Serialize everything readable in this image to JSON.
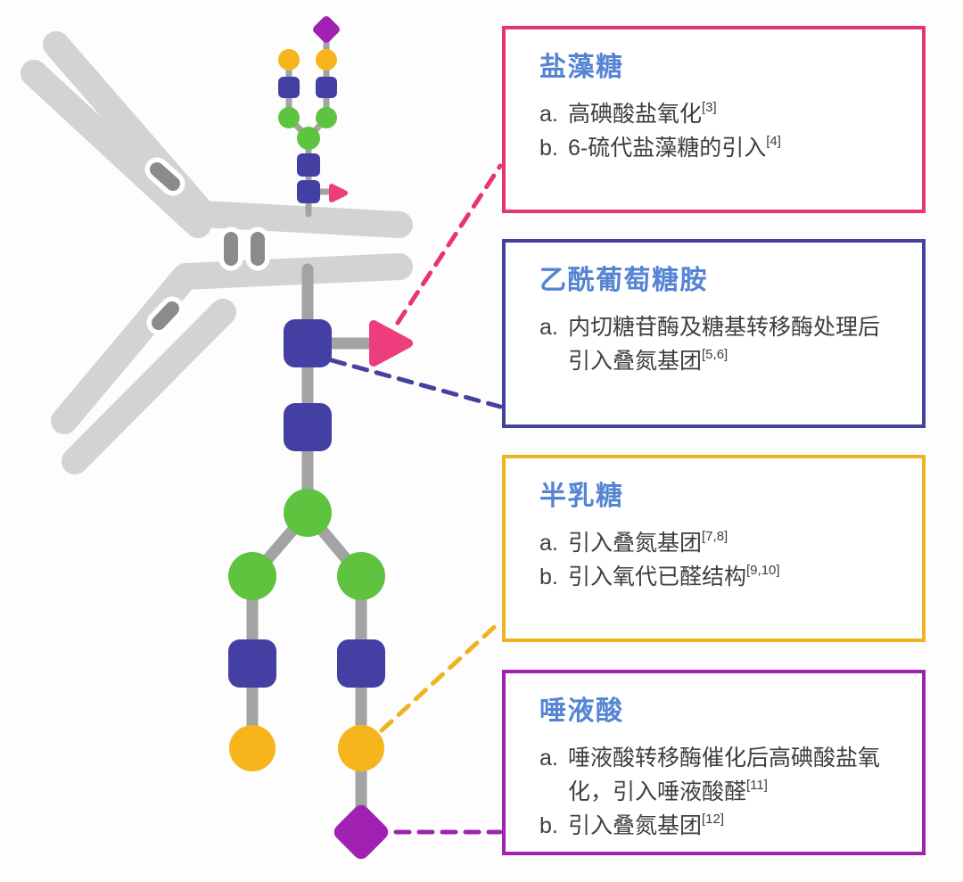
{
  "colors": {
    "background": "#fdfdfd",
    "antibody_gray": "#d3d3d3",
    "bond_gray": "#8b8b8b",
    "connector_gray": "#a3a3a3",
    "glcnac_blue": "#4440a3",
    "mannose_green": "#5ec43f",
    "galactose_yellow": "#f6b51c",
    "sialic_purple": "#a122b2",
    "fucose_pink": "#ee3d7c",
    "title_blue": "#5584d4",
    "body_text": "#3e3e3e",
    "card_border_pink": "#e73473",
    "card_border_navy": "#45429f",
    "card_border_yellow": "#eeb321",
    "card_border_purple": "#a023af"
  },
  "icons": {
    "glcnac": "blue-rounded-square",
    "mannose": "green-circle",
    "galactose": "yellow-circle",
    "sialic_acid": "purple-diamond",
    "fucose": "pink-triangle",
    "antibody": "gray-y-shape"
  },
  "cards": [
    {
      "title": "盐藻糖",
      "items": [
        {
          "label": "a.",
          "text": "高碘酸盐氧化",
          "sup": "[3]"
        },
        {
          "label": "b.",
          "text": "6-硫代盐藻糖的引入",
          "sup": "[4]"
        }
      ]
    },
    {
      "title": "乙酰葡萄糖胺",
      "items": [
        {
          "label": "a.",
          "text": "内切糖苷酶及糖基转移酶处理后引入叠氮基团",
          "sup": "[5,6]"
        }
      ]
    },
    {
      "title": "半乳糖",
      "items": [
        {
          "label": "a.",
          "text": "引入叠氮基团",
          "sup": "[7,8]"
        },
        {
          "label": "b.",
          "text": "引入氧代已醛结构",
          "sup": "[9,10]"
        }
      ]
    },
    {
      "title": "唾液酸",
      "items": [
        {
          "label": "a.",
          "text": "唾液酸转移酶催化后高碘酸盐氧化，引入唾液酸醛",
          "sup": "[11]"
        },
        {
          "label": "b.",
          "text": "引入叠氮基团",
          "sup": "[12]"
        }
      ]
    }
  ]
}
